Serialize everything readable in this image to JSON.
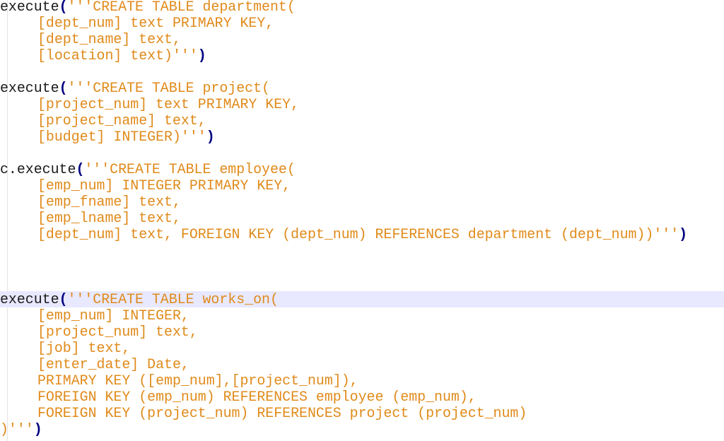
{
  "editor": {
    "highlight_color": "#e8e8ff",
    "colors": {
      "plain": "#1a1a1a",
      "string": "#e08a1a",
      "paren": "#000080"
    },
    "lines": [
      {
        "tokens": [
          {
            "t": "plain",
            "v": "execute"
          },
          {
            "t": "paren",
            "v": "("
          },
          {
            "t": "str",
            "v": "'''CREATE TABLE department("
          }
        ]
      },
      {
        "tokens": [
          {
            "t": "str",
            "v": "[dept_num] text PRIMARY KEY,"
          }
        ]
      },
      {
        "tokens": [
          {
            "t": "str",
            "v": "[dept_name] text,"
          }
        ]
      },
      {
        "tokens": [
          {
            "t": "str",
            "v": "[location] text)'''"
          },
          {
            "t": "paren",
            "v": ")"
          }
        ]
      },
      {
        "tokens": []
      },
      {
        "tokens": [
          {
            "t": "plain",
            "v": "execute"
          },
          {
            "t": "paren",
            "v": "("
          },
          {
            "t": "str",
            "v": "'''CREATE TABLE project("
          }
        ]
      },
      {
        "tokens": [
          {
            "t": "str",
            "v": "[project_num] text PRIMARY KEY,"
          }
        ]
      },
      {
        "tokens": [
          {
            "t": "str",
            "v": "[project_name] text,"
          }
        ]
      },
      {
        "tokens": [
          {
            "t": "str",
            "v": "[budget] INTEGER)'''"
          },
          {
            "t": "paren",
            "v": ")"
          }
        ]
      },
      {
        "tokens": []
      },
      {
        "tokens": [
          {
            "t": "plain",
            "v": "c.execute"
          },
          {
            "t": "paren",
            "v": "("
          },
          {
            "t": "str",
            "v": "'''CREATE TABLE employee("
          }
        ]
      },
      {
        "tokens": [
          {
            "t": "str",
            "v": "[emp_num] INTEGER PRIMARY KEY,"
          }
        ]
      },
      {
        "tokens": [
          {
            "t": "str",
            "v": "[emp_fname] text,"
          }
        ]
      },
      {
        "tokens": [
          {
            "t": "str",
            "v": "[emp_lname] text,"
          }
        ]
      },
      {
        "tokens": [
          {
            "t": "str",
            "v": "[dept_num] text, FOREIGN KEY (dept_num) REFERENCES department (dept_num))'''"
          },
          {
            "t": "paren",
            "v": ")"
          }
        ]
      },
      {
        "tokens": []
      },
      {
        "tokens": []
      },
      {
        "tokens": []
      },
      {
        "tokens": [
          {
            "t": "plain",
            "v": "execute"
          },
          {
            "t": "paren",
            "v": "("
          },
          {
            "t": "str",
            "v": "'''CREATE TABLE works_on("
          }
        ],
        "highlight": true
      },
      {
        "tokens": [
          {
            "t": "str",
            "v": "[emp_num] INTEGER,"
          }
        ]
      },
      {
        "tokens": [
          {
            "t": "str",
            "v": "[project_num] text,"
          }
        ]
      },
      {
        "tokens": [
          {
            "t": "str",
            "v": "[job] text,"
          }
        ]
      },
      {
        "tokens": [
          {
            "t": "str",
            "v": "[enter_date] Date,"
          }
        ]
      },
      {
        "tokens": [
          {
            "t": "str",
            "v": "PRIMARY KEY ([emp_num],[project_num]),"
          }
        ]
      },
      {
        "tokens": [
          {
            "t": "str",
            "v": "FOREIGN KEY (emp_num) REFERENCES employee (emp_num),"
          }
        ]
      },
      {
        "tokens": [
          {
            "t": "str",
            "v": "FOREIGN KEY (project_num) REFERENCES project (project_num)"
          }
        ]
      },
      {
        "tokens": [
          {
            "t": "str",
            "v": ")'''"
          },
          {
            "t": "paren",
            "v": ")"
          }
        ]
      }
    ]
  }
}
